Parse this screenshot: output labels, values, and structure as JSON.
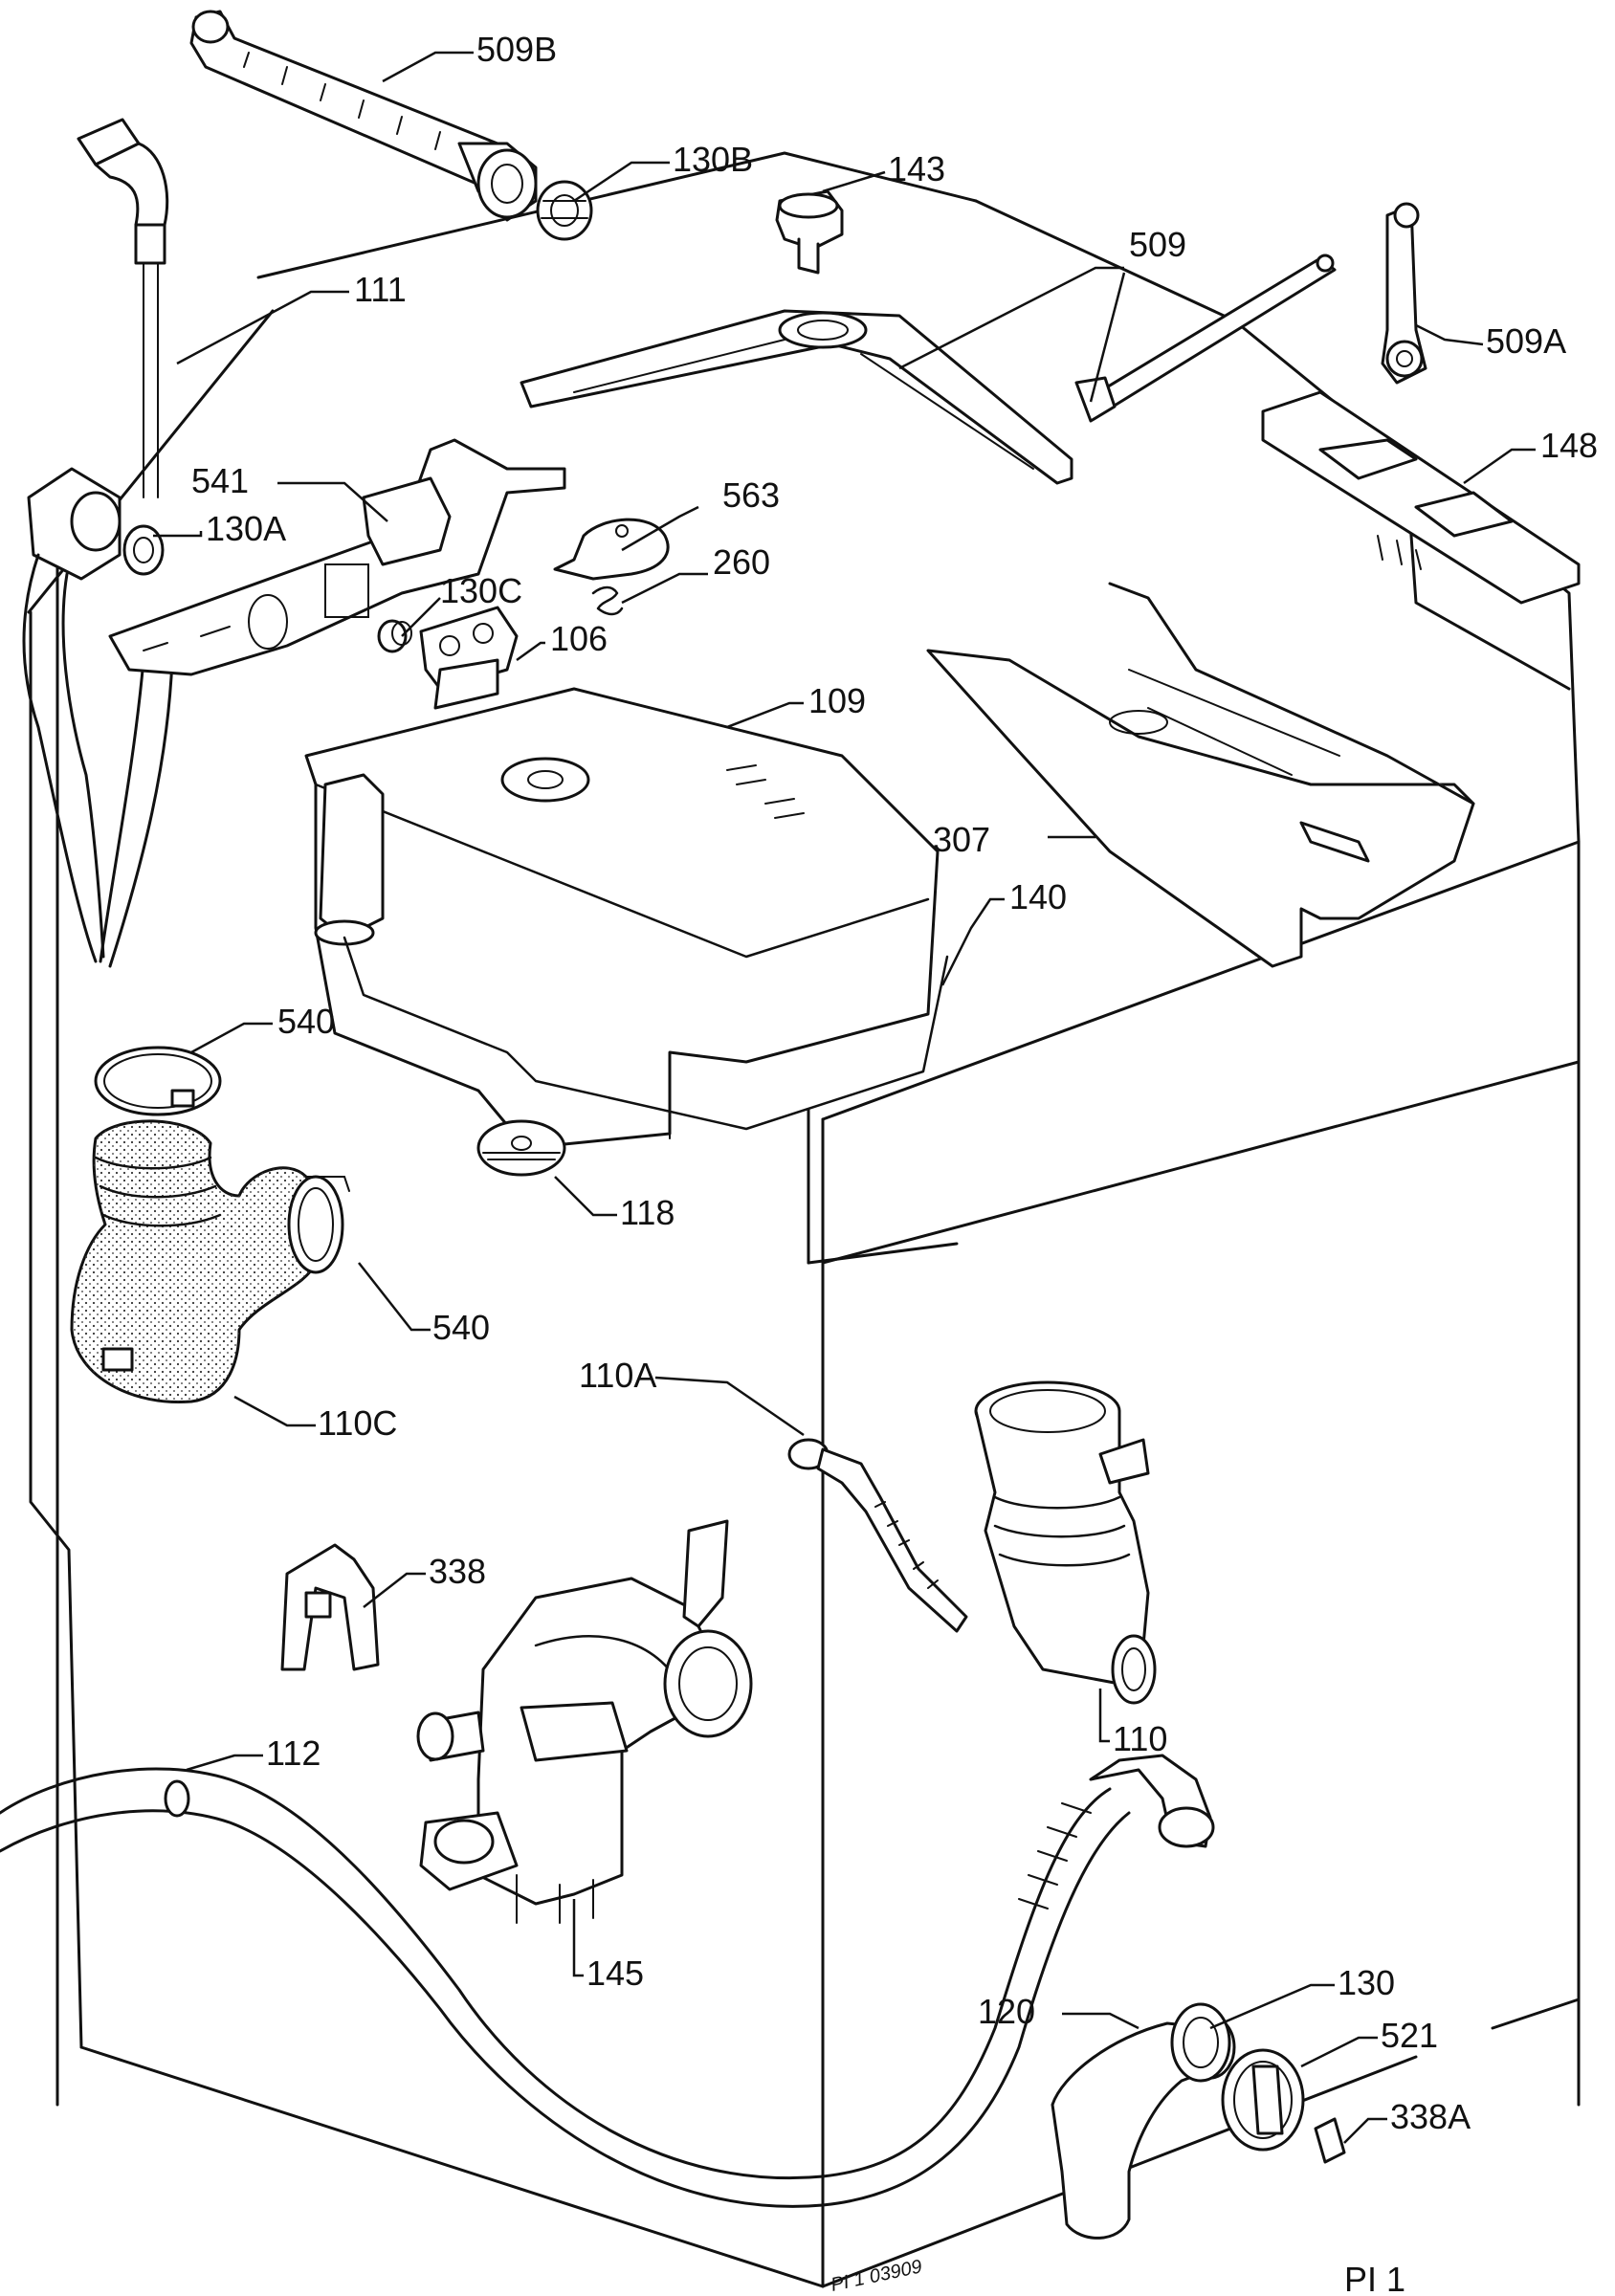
{
  "diagram": {
    "labels": {
      "l509b": "509B",
      "l130b": "130B",
      "l143": "143",
      "l509": "509",
      "l509a": "509A",
      "l111": "111",
      "l148": "148",
      "l541": "541",
      "l130a": "130A",
      "l563": "563",
      "l260": "260",
      "l130c": "130C",
      "l106": "106",
      "l109": "109",
      "l307": "307",
      "l140": "140",
      "l540top": "540",
      "l118": "118",
      "l540mid": "540",
      "l110c": "110C",
      "l110a": "110A",
      "l338": "338",
      "l110": "110",
      "l112": "112",
      "l145": "145",
      "l130": "130",
      "l120": "120",
      "l521": "521",
      "l338a": "338A"
    },
    "drawing_code": "PI 1 03909",
    "page_ref": "PI 1"
  }
}
